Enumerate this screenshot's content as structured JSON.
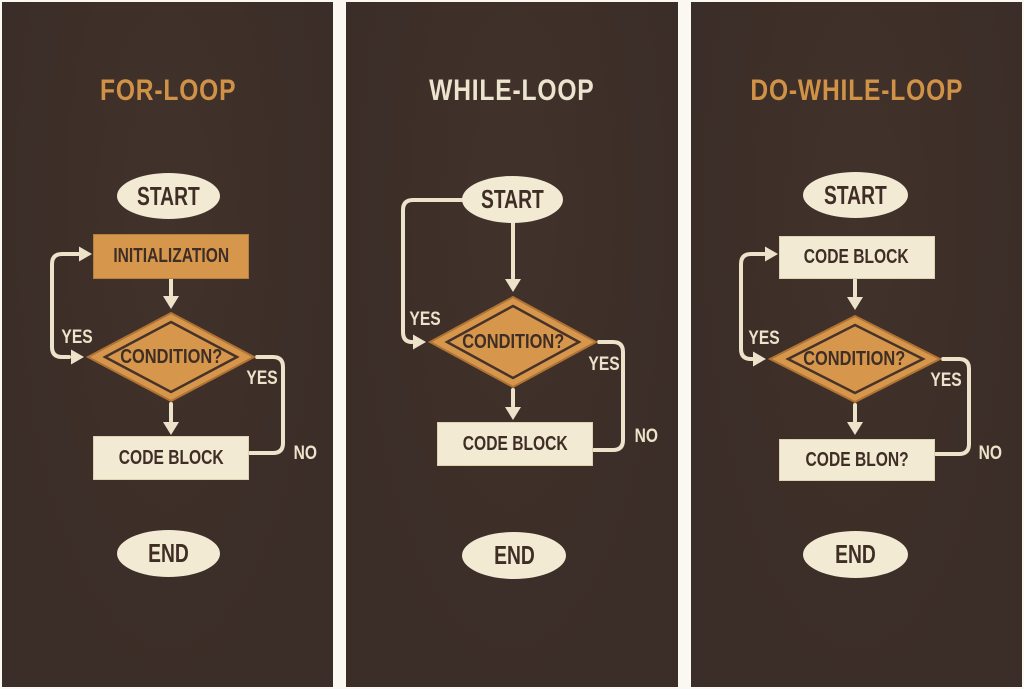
{
  "colors": {
    "background": "#3b2d27",
    "divider": "#faf8f1",
    "cream": "#f2ead3",
    "line": "#ece3ca",
    "orange": "#d6974d",
    "title_orange": "#d09247",
    "title_cream": "#ece4cf",
    "dark_text": "#3f2e26"
  },
  "panels": [
    {
      "id": "for-loop",
      "title": "FOR-LOOP",
      "nodes": {
        "start": "START",
        "initialization": "INITIALIZATION",
        "condition": "CONDITION?",
        "code_block": "CODE BLOCK",
        "end": "END"
      },
      "labels": {
        "yes_left": "YES",
        "yes_right": "YES",
        "no": "NO"
      }
    },
    {
      "id": "while-loop",
      "title": "WHILE-LOOP",
      "nodes": {
        "start": "START",
        "condition": "CONDITION?",
        "code_block": "CODE BLOCK",
        "end": "END"
      },
      "labels": {
        "yes_left": "YES",
        "yes_right": "YES",
        "no": "NO"
      }
    },
    {
      "id": "do-while-loop",
      "title": "DO-WHILE-LOOP",
      "nodes": {
        "start": "START",
        "code_block": "CODE BLOCK",
        "condition": "CONDITION?",
        "code_block_2": "CODE BLON?",
        "end": "END"
      },
      "labels": {
        "yes_left": "YES",
        "yes_right": "YES",
        "no": "NO"
      }
    }
  ]
}
